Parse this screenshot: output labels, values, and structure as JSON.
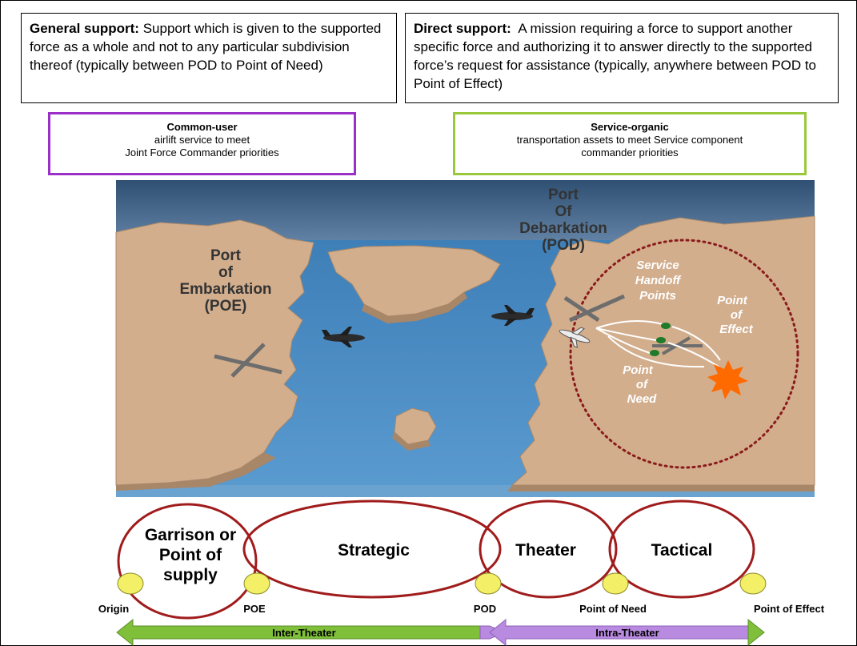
{
  "definitions": {
    "general": {
      "term": "General support:",
      "text": "Support which is given to the supported force as a whole and not to any particular subdivision thereof (typically between POD to Point of Need)"
    },
    "direct": {
      "term": "Direct support:",
      "text": "A mission requiring a force to support another specific force and authorizing it to answer directly to the supported force’s request for assistance (typically, anywhere between POD to Point of Effect)"
    }
  },
  "categories": {
    "common_user": {
      "title": "Common-user",
      "line1": "airlift service to meet",
      "line2": "Joint Force Commander priorities",
      "border_color": "#9b30c8"
    },
    "service_organic": {
      "title": "Service-organic",
      "line1": "transportation assets to meet Service component",
      "line2": "commander priorities",
      "border_color": "#99c93a"
    }
  },
  "map_labels": {
    "poe": [
      "Port",
      "of",
      "Embarkation",
      "(POE)"
    ],
    "pod": [
      "Port",
      "Of",
      "Debarkation",
      "(POD)"
    ],
    "handoff": [
      "Service",
      "Handoff",
      "Points"
    ],
    "effect": [
      "Point",
      "of",
      "Effect"
    ],
    "need": [
      "Point",
      "of",
      "Need"
    ]
  },
  "phases": {
    "garrison": [
      "Garrison or",
      "Point of",
      "supply"
    ],
    "strategic": "Strategic",
    "theater": "Theater",
    "tactical": "Tactical"
  },
  "nodes": {
    "origin": "Origin",
    "poe": "POE",
    "pod": "POD",
    "need": "Point of Need",
    "effect": "Point of Effect"
  },
  "arrows": {
    "inter": "Inter-Theater",
    "intra": "Intra-Theater"
  },
  "colors": {
    "sea": "#4f8fc4",
    "land": "#d2ae8d",
    "ellipse_border": "#a01c1c",
    "node_fill": "#f3ef66",
    "inter_arrow": "#7fbf3a",
    "intra_arrow": "#b98be0",
    "burst": "#ff6a00"
  }
}
